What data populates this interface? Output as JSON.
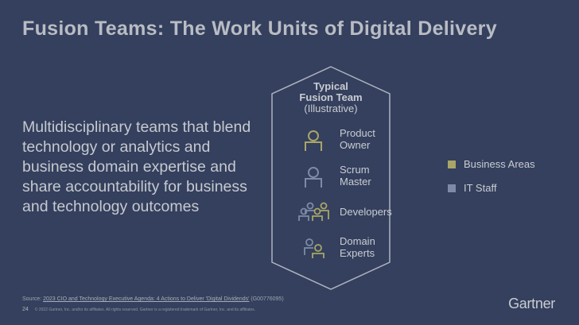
{
  "title": "Fusion Teams: The Work Units of Digital Delivery",
  "body": "Multidisciplinary teams that blend technology or analytics and business domain expertise and share accountability for business and technology outcomes",
  "hex": {
    "line1": "Typical",
    "line2": "Fusion Team",
    "line3": "(Illustrative)",
    "roles": [
      {
        "l1": "Product",
        "l2": "Owner"
      },
      {
        "l1": "Scrum",
        "l2": "Master"
      },
      {
        "l1": "Developers",
        "l2": ""
      },
      {
        "l1": "Domain",
        "l2": "Experts"
      }
    ]
  },
  "legend": [
    {
      "label": "Business Areas",
      "color": "#a9a567"
    },
    {
      "label": "IT Staff",
      "color": "#7d8ba6"
    }
  ],
  "footer": {
    "source_prefix": "Source: ",
    "source_link": "2023 CIO and Technology Executive Agenda: 4 Actions to Deliver 'Digital Dividends'",
    "source_suffix": " (G00776095)",
    "page": "24",
    "copyright": "© 2022 Gartner, Inc. and/or its affiliates. All rights reserved. Gartner is a registered trademark of Gartner, Inc. and its affiliates."
  },
  "logo": "Gartner",
  "colors": {
    "background": "#34405d",
    "business": "#a9a567",
    "it": "#7d8ba6"
  }
}
